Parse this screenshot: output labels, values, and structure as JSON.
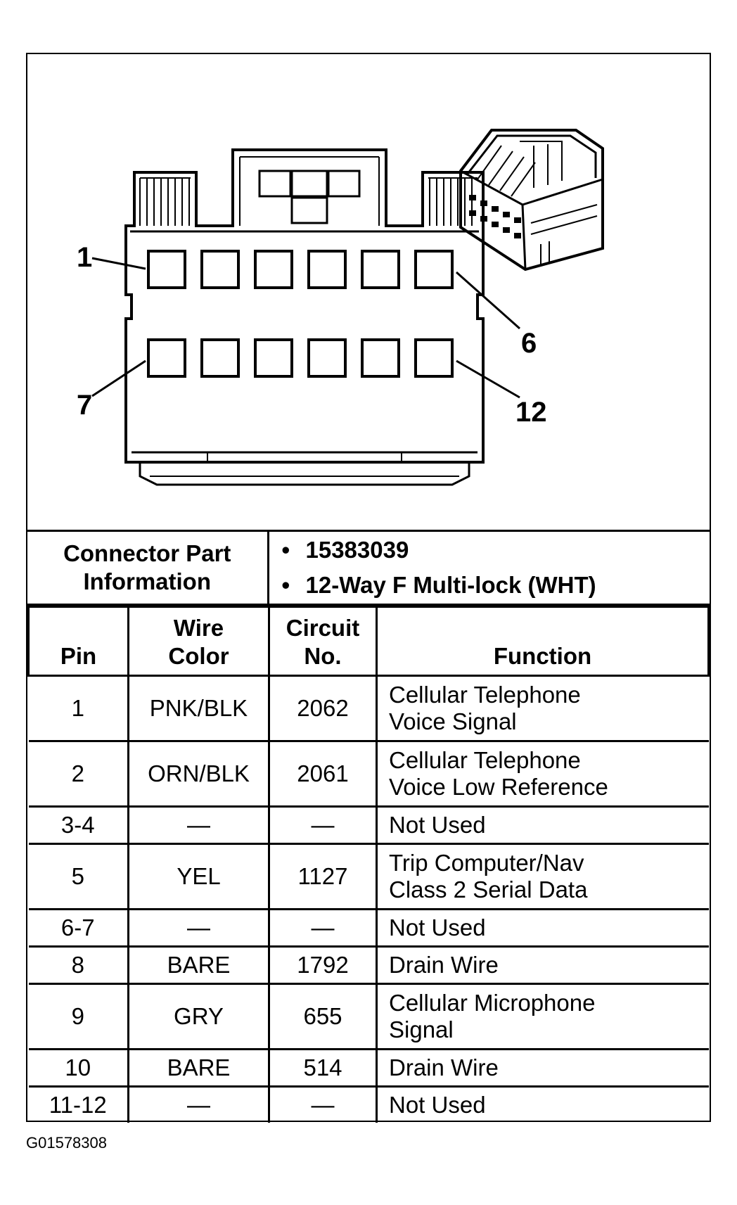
{
  "diagram": {
    "pin_callouts": [
      "1",
      "6",
      "7",
      "12"
    ]
  },
  "connector_info": {
    "label_line1": "Connector Part",
    "label_line2": "Information",
    "items": [
      "15383039",
      "12-Way F Multi-lock (WHT)"
    ]
  },
  "table": {
    "headers": {
      "pin": "Pin",
      "wire_color_1": "Wire",
      "wire_color_2": "Color",
      "circuit_1": "Circuit",
      "circuit_2": "No.",
      "function": "Function"
    },
    "rows": [
      {
        "pin": "1",
        "wire": "PNK/BLK",
        "circuit": "2062",
        "f1": "Cellular Telephone",
        "f2": "Voice Signal"
      },
      {
        "pin": "2",
        "wire": "ORN/BLK",
        "circuit": "2061",
        "f1": "Cellular Telephone",
        "f2": "Voice Low Reference"
      },
      {
        "pin": "3-4",
        "wire": "—",
        "circuit": "—",
        "f1": "Not Used",
        "f2": ""
      },
      {
        "pin": "5",
        "wire": "YEL",
        "circuit": "1127",
        "f1": "Trip Computer/Nav",
        "f2": "Class 2 Serial Data"
      },
      {
        "pin": "6-7",
        "wire": "—",
        "circuit": "—",
        "f1": "Not Used",
        "f2": ""
      },
      {
        "pin": "8",
        "wire": "BARE",
        "circuit": "1792",
        "f1": "Drain Wire",
        "f2": ""
      },
      {
        "pin": "9",
        "wire": "GRY",
        "circuit": "655",
        "f1": "Cellular Microphone",
        "f2": "Signal"
      },
      {
        "pin": "10",
        "wire": "BARE",
        "circuit": "514",
        "f1": "Drain Wire",
        "f2": ""
      },
      {
        "pin": "11-12",
        "wire": "—",
        "circuit": "—",
        "f1": "Not Used",
        "f2": ""
      }
    ]
  },
  "figure_id": "G01578308"
}
